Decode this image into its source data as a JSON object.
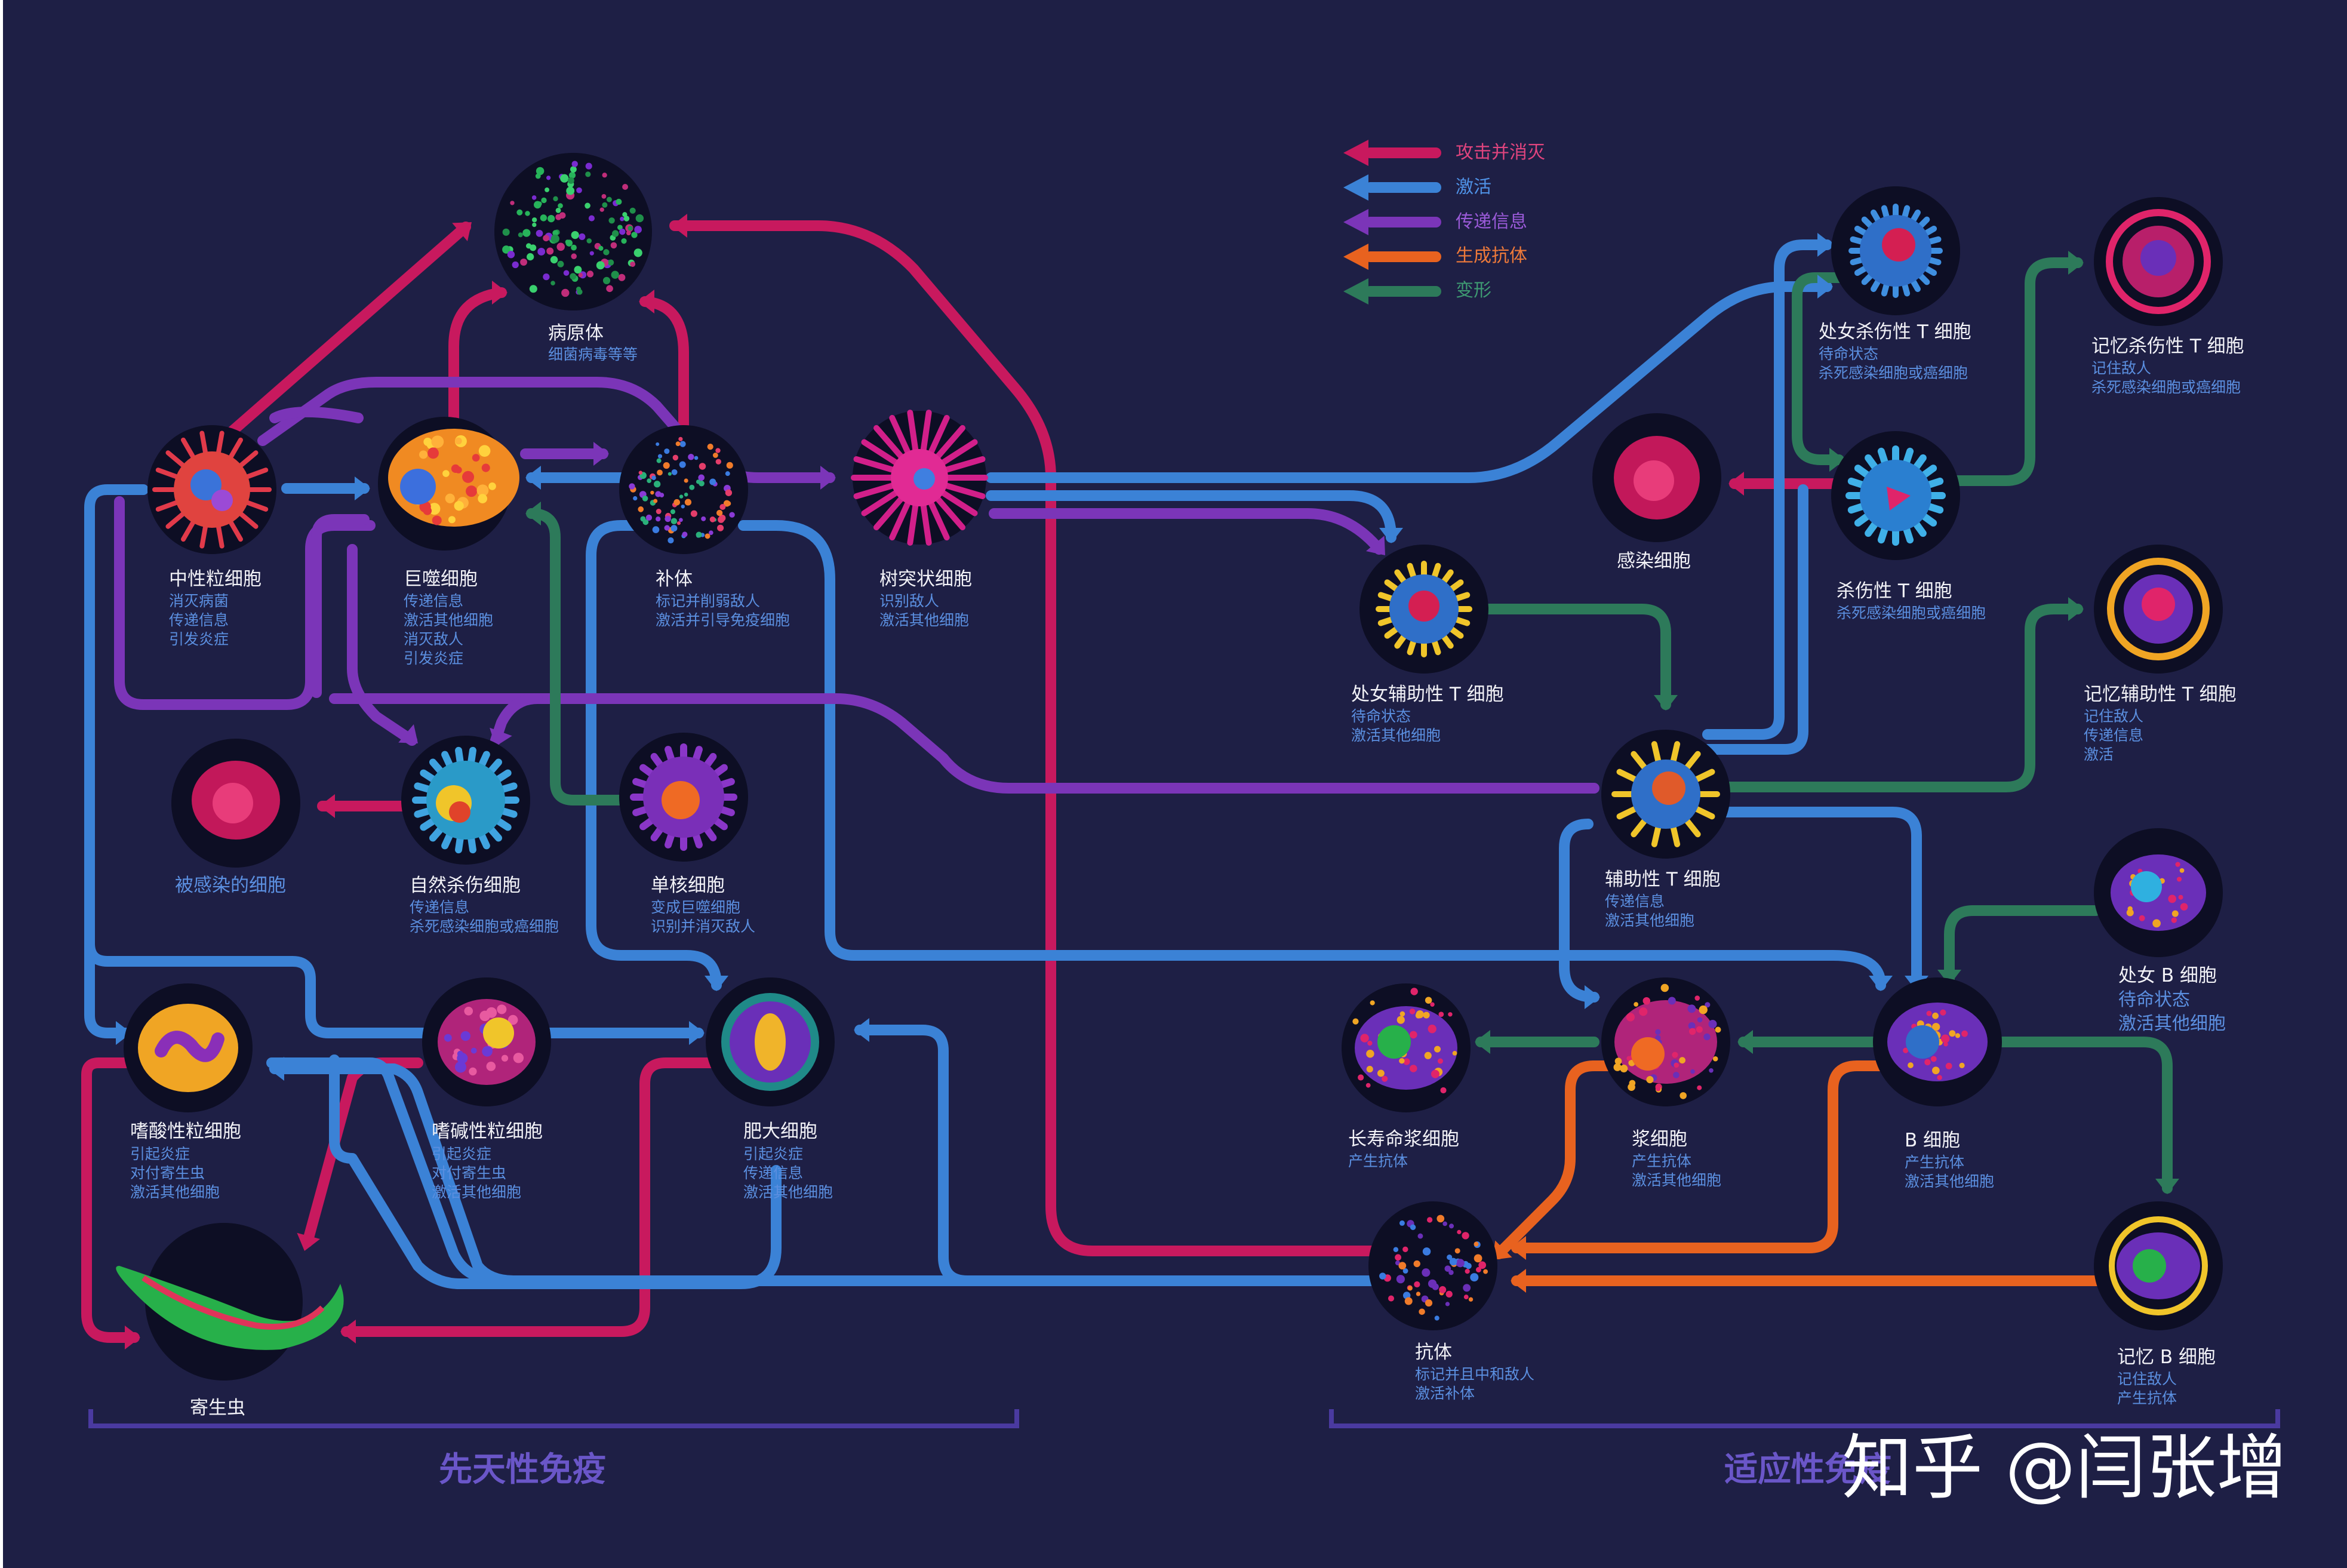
{
  "colors": {
    "background": "#1e1f45",
    "attack": "#c8195e",
    "activate": "#3b82d6",
    "signal": "#7b35b8",
    "antibody": "#e8621f",
    "transform": "#2d7a5a",
    "name_text": "#f2f2f7",
    "desc_text": "#5b8fe0",
    "section_text": "#6a56c8"
  },
  "legend": [
    {
      "key": "attack",
      "label": "攻击并消灭"
    },
    {
      "key": "activate",
      "label": "激活"
    },
    {
      "key": "signal",
      "label": "传递信息"
    },
    {
      "key": "antibody",
      "label": "生成抗体"
    },
    {
      "key": "transform",
      "label": "变形"
    }
  ],
  "nodes": {
    "pathogen": {
      "name": "病原体",
      "desc": [
        "细菌病毒等等"
      ]
    },
    "neutrophil": {
      "name": "中性粒细胞",
      "desc": [
        "消灭病菌",
        "传递信息",
        "引发炎症"
      ]
    },
    "macrophage": {
      "name": "巨噬细胞",
      "desc": [
        "传递信息",
        "激活其他细胞",
        "消灭敌人",
        "引发炎症"
      ]
    },
    "complement": {
      "name": "补体",
      "desc": [
        "标记并削弱敌人",
        "激活并引导免疫细胞"
      ]
    },
    "dendritic": {
      "name": "树突状细胞",
      "desc": [
        "识别敌人",
        "激活其他细胞"
      ]
    },
    "infected_cell": {
      "name": "被感染的细胞",
      "desc": []
    },
    "nk": {
      "name": "自然杀伤细胞",
      "desc": [
        "传递信息",
        "杀死感染细胞或癌细胞"
      ]
    },
    "monocyte": {
      "name": "单核细胞",
      "desc": [
        "变成巨噬细胞",
        "识别并消灭敌人"
      ]
    },
    "eosinophil": {
      "name": "嗜酸性粒细胞",
      "desc": [
        "引起炎症",
        "对付寄生虫",
        "激活其他细胞"
      ]
    },
    "basophil": {
      "name": "嗜碱性粒细胞",
      "desc": [
        "引起炎症",
        "对付寄生虫",
        "激活其他细胞"
      ]
    },
    "mast": {
      "name": "肥大细胞",
      "desc": [
        "引起炎症",
        "传递信息",
        "激活其他细胞"
      ]
    },
    "parasite": {
      "name": "寄生虫",
      "desc": []
    },
    "naive_killer_t": {
      "name": "处女杀伤性 T 细胞",
      "desc": [
        "待命状态",
        "杀死感染细胞或癌细胞"
      ]
    },
    "memory_killer_t": {
      "name": "记忆杀伤性 T 细胞",
      "desc": [
        "记住敌人",
        "杀死感染细胞或癌细胞"
      ]
    },
    "infected_cell_2": {
      "name": "感染细胞",
      "desc": []
    },
    "killer_t": {
      "name": "杀伤性 T 细胞",
      "desc": [
        "杀死感染细胞或癌细胞"
      ]
    },
    "naive_helper_t": {
      "name": "处女辅助性 T 细胞",
      "desc": [
        "待命状态",
        "激活其他细胞"
      ]
    },
    "memory_helper_t": {
      "name": "记忆辅助性 T 细胞",
      "desc": [
        "记住敌人",
        "传递信息",
        "激活"
      ]
    },
    "helper_t": {
      "name": "辅助性 T 细胞",
      "desc": [
        "传递信息",
        "激活其他细胞"
      ]
    },
    "naive_b": {
      "name": "处女 B 细胞",
      "desc": [
        "待命状态",
        "激活其他细胞"
      ]
    },
    "long_plasma": {
      "name": "长寿命浆细胞",
      "desc": [
        "产生抗体"
      ]
    },
    "plasma": {
      "name": "浆细胞",
      "desc": [
        "产生抗体",
        "激活其他细胞"
      ]
    },
    "b_cell": {
      "name": "B 细胞",
      "desc": [
        "产生抗体",
        "激活其他细胞"
      ]
    },
    "antibody": {
      "name": "抗体",
      "desc": [
        "标记并且中和敌人",
        "激活补体"
      ]
    },
    "memory_b": {
      "name": "记忆 B 细胞",
      "desc": [
        "记住敌人",
        "产生抗体"
      ]
    }
  },
  "sections": {
    "innate": "先天性免疫",
    "adaptive": "适应性免疫"
  },
  "watermark": "知乎 @闫张增"
}
